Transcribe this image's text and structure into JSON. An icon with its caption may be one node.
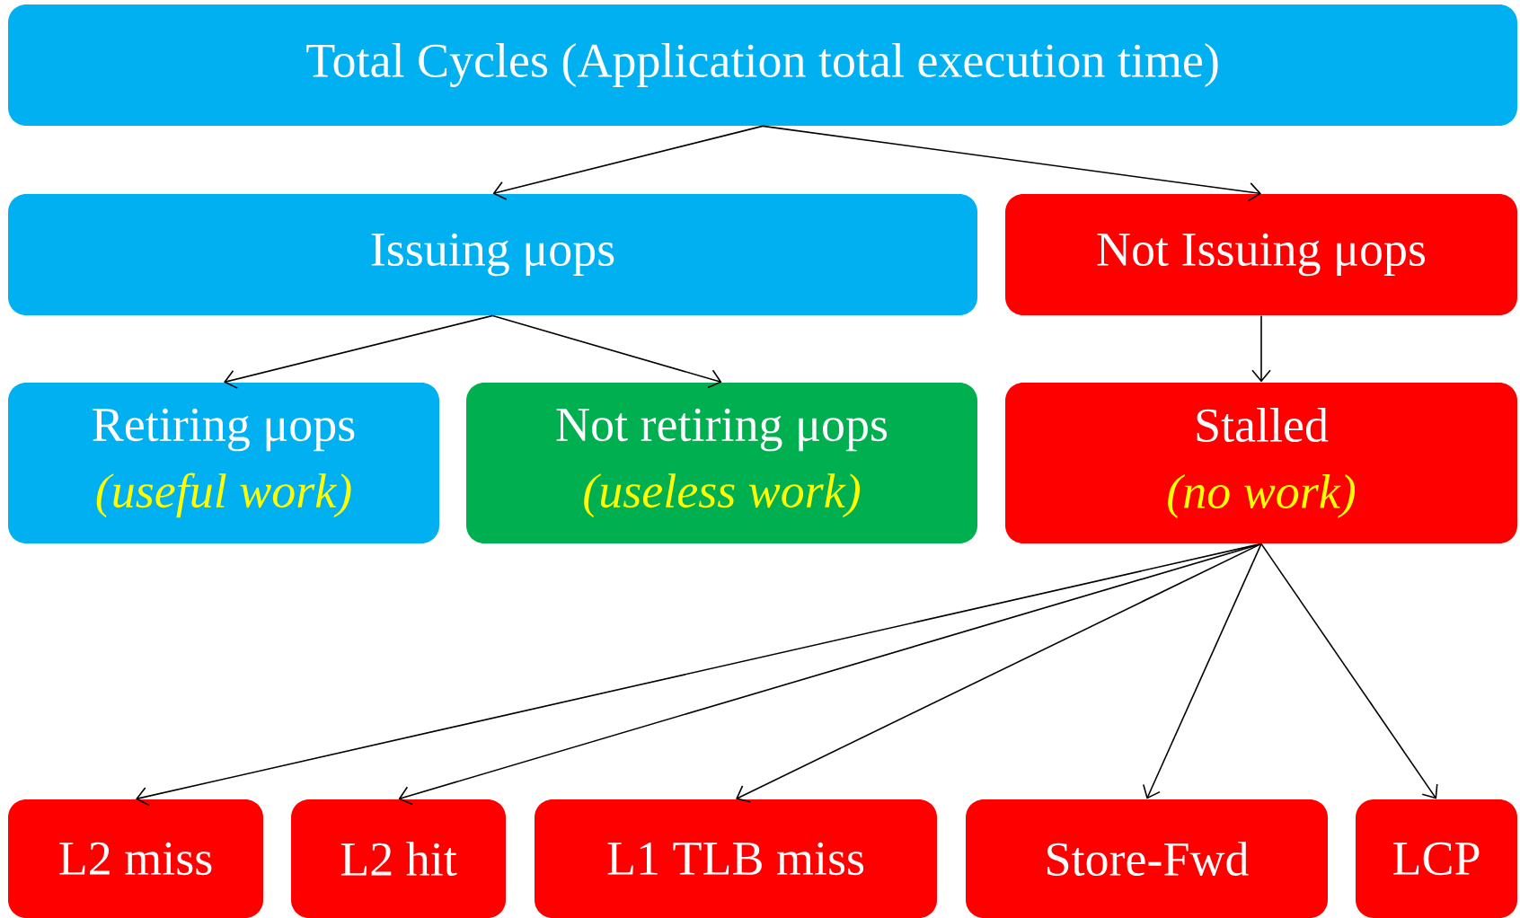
{
  "diagram": {
    "nodes": [
      {
        "text": [
          "Total Cycles (Application total execution time)"
        ]
      },
      {
        "text": [
          "Issuing μops"
        ]
      },
      {
        "text": [
          "Not Issuing μops"
        ]
      },
      {
        "text": [
          "Retiring μops",
          "(useful work)"
        ]
      },
      {
        "text": [
          "Not retiring μops",
          "(useless work)"
        ]
      },
      {
        "text": [
          "Stalled",
          "(no work)"
        ]
      },
      {
        "text": [
          "L2 miss"
        ]
      },
      {
        "text": [
          "L2 hit"
        ]
      },
      {
        "text": [
          "L1 TLB miss"
        ]
      },
      {
        "text": [
          "Store-Fwd"
        ]
      },
      {
        "text": [
          "LCP"
        ]
      }
    ],
    "edges": [
      {
        "from": 0,
        "to": 1,
        "arrow": "to"
      },
      {
        "from": 0,
        "to": 2,
        "arrow": "to"
      },
      {
        "from": 1,
        "to": 3,
        "arrow": "to"
      },
      {
        "from": 1,
        "to": 4,
        "arrow": "to"
      },
      {
        "from": 2,
        "to": 5,
        "arrow": "to"
      },
      {
        "from": 5,
        "to": 6,
        "arrow": "to"
      },
      {
        "from": 5,
        "to": 7,
        "arrow": "to"
      },
      {
        "from": 5,
        "to": 8,
        "arrow": "to"
      },
      {
        "from": 5,
        "to": 9,
        "arrow": "to"
      },
      {
        "from": 5,
        "to": 10,
        "arrow": "to"
      }
    ]
  }
}
